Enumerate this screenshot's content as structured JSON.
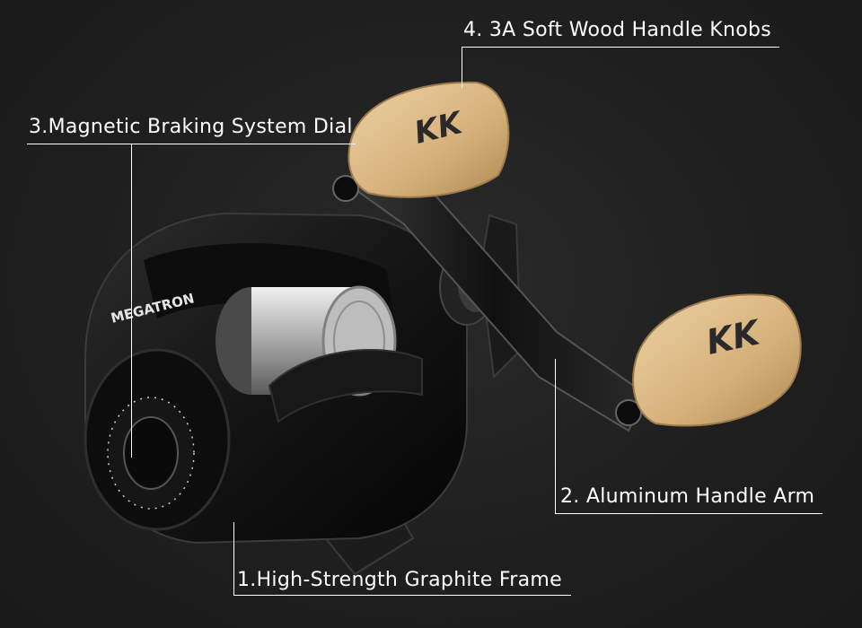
{
  "callouts": [
    {
      "label": "4. 3A Soft Wood Handle Knobs",
      "part": "handle-knobs"
    },
    {
      "label": "3.Magnetic Braking System Dial",
      "part": "brake-dial"
    },
    {
      "label": "2. Aluminum Handle Arm",
      "part": "handle-arm"
    },
    {
      "label": "1.High-Strength Graphite Frame",
      "part": "graphite-frame"
    }
  ],
  "reel": {
    "brand_text": "MEGATRON",
    "knob_logo": "KK",
    "body_color": "#111111",
    "cork_color": "#d9b98a",
    "spool_color": "#c9c9c9"
  }
}
